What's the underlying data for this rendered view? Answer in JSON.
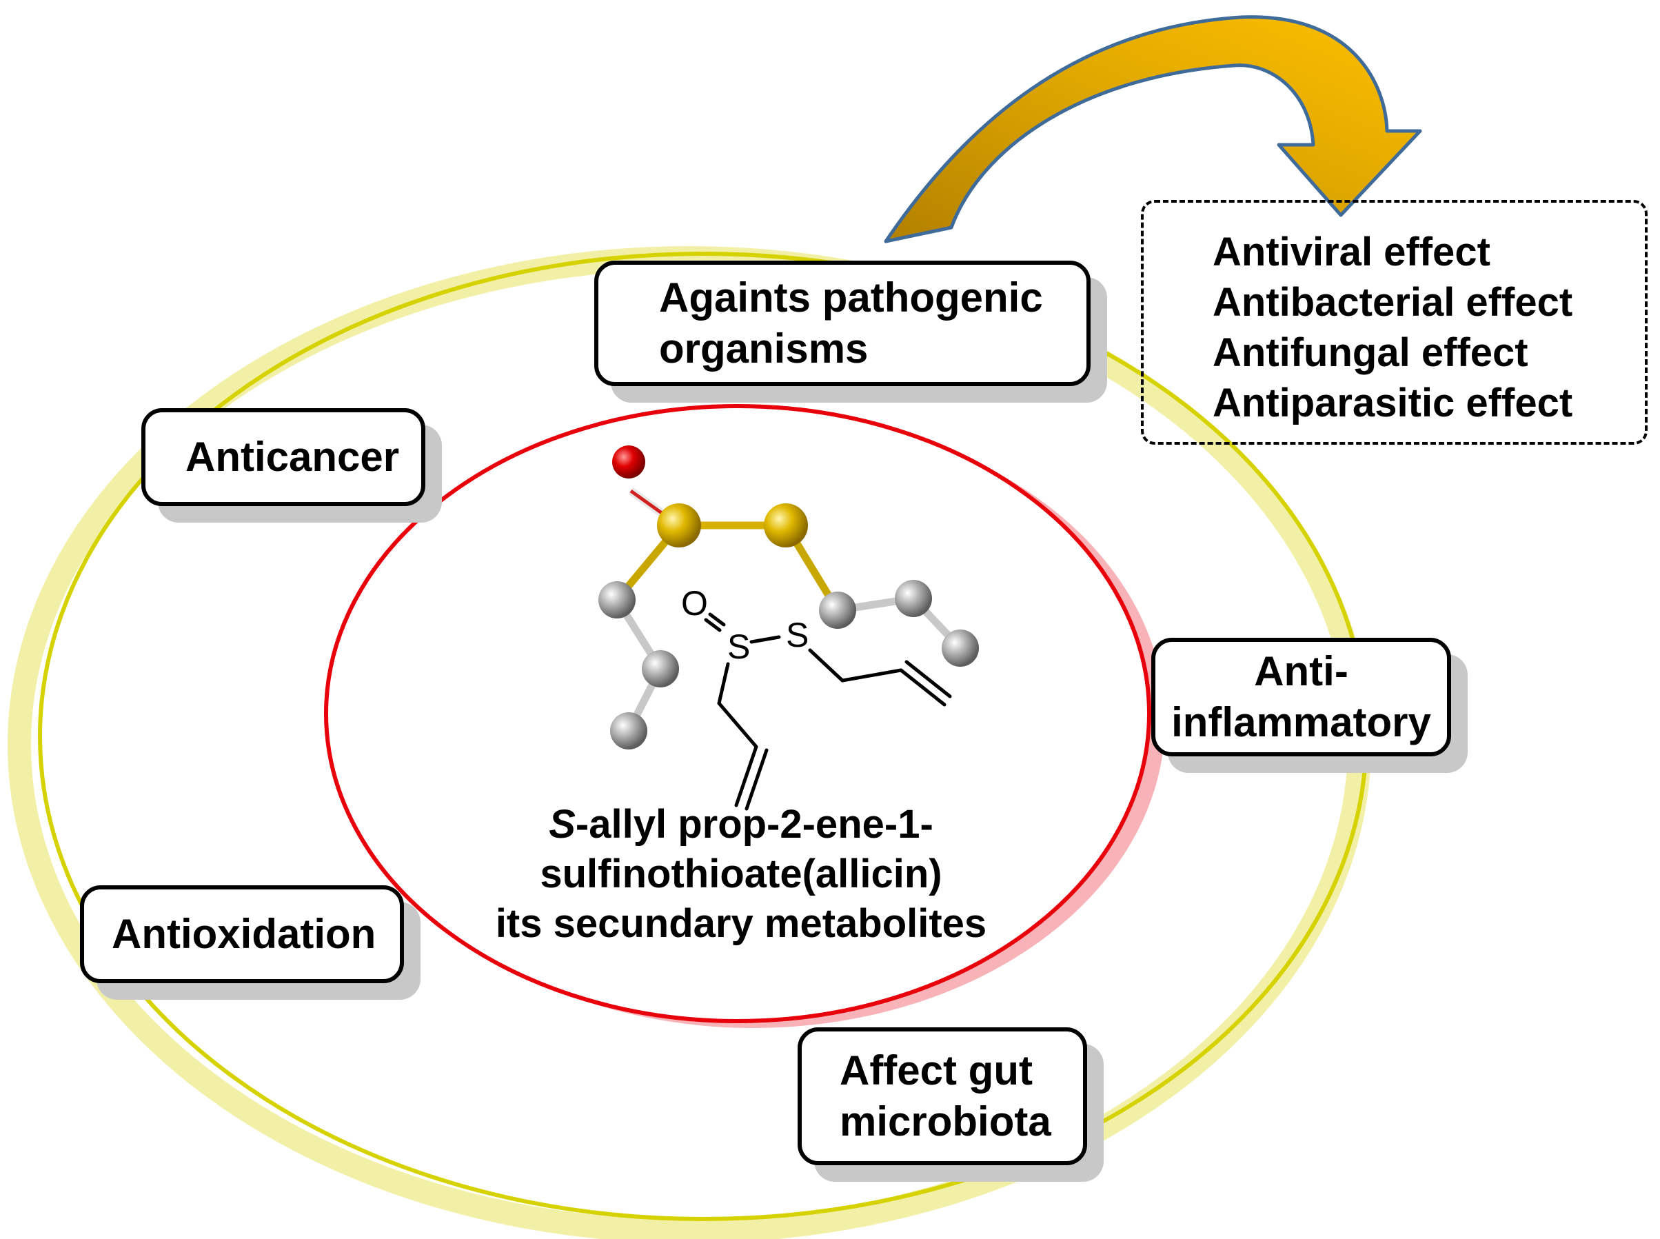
{
  "center": {
    "name_lines": [
      "S-allyl prop-2-ene-1-",
      "sulfinothioate(allicin)",
      "its secundary metabolites"
    ],
    "structure_atoms": {
      "oxygen": "O",
      "sulfur_1": "S",
      "sulfur_2": "S"
    }
  },
  "effects": [
    {
      "id": "pathogens",
      "lines": [
        "Againts pathogenic",
        "organisms"
      ]
    },
    {
      "id": "anticancer",
      "lines": [
        "Anticancer"
      ]
    },
    {
      "id": "anti-inflammatory",
      "lines": [
        "Anti-",
        "inflammatory"
      ]
    },
    {
      "id": "antioxidation",
      "lines": [
        "Antioxidation"
      ]
    },
    {
      "id": "gut",
      "lines": [
        "Affect gut",
        "microbiota"
      ]
    }
  ],
  "pathogen_effects": [
    "Antiviral effect",
    "Antibacterial effect",
    "Antifungal effect",
    "Antiparasitic effect"
  ],
  "colors": {
    "outer_ellipse": "#d6d200",
    "outer_glow": "#f2f0a6",
    "inner_ellipse": "#e8000a",
    "inner_shadow": "#f7b3b8",
    "arrow_fill": "#c89200",
    "arrow_fill_light": "#ffc000",
    "arrow_stroke": "#3f6b9a",
    "sulfur_atom": "#e0b800",
    "oxygen_atom": "#e00000",
    "carbon_atom": "#b4b4b4",
    "box_shadow": "#c8c8c8"
  }
}
